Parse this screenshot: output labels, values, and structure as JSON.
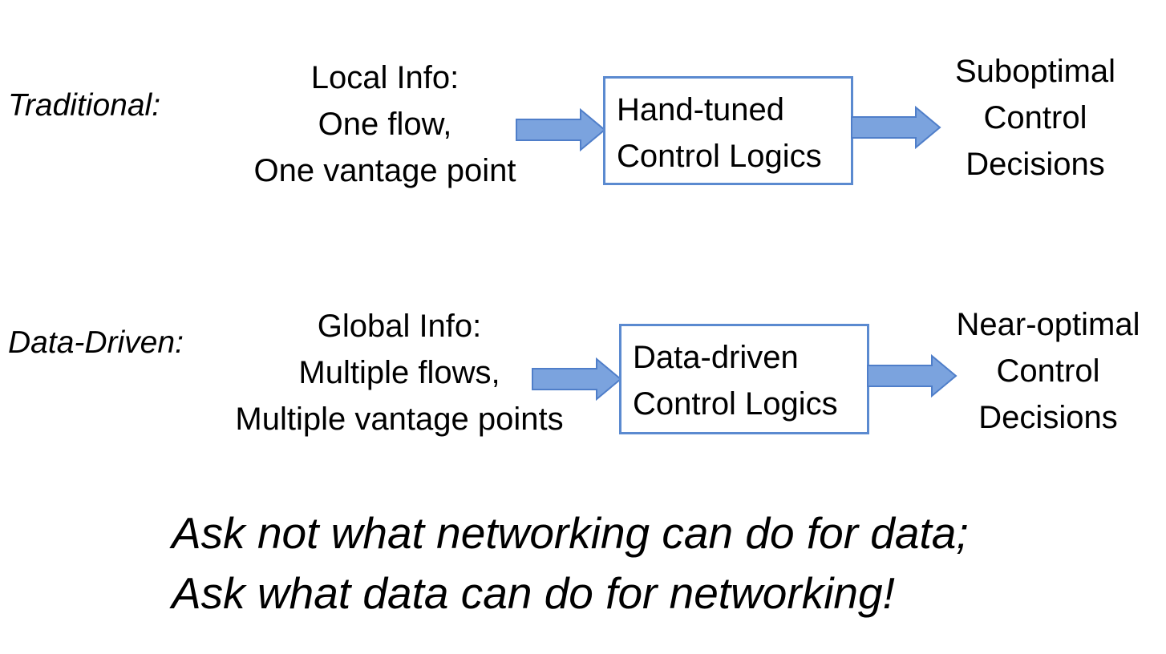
{
  "colors": {
    "accent_arrow": "#7ba3de",
    "arrow_outline": "#4f7ec9",
    "box_border": "#5b8ad0",
    "title_fragment": "#1f3fc9"
  },
  "rows": {
    "traditional": {
      "label": "Traditional:",
      "input_lines": [
        "Local Info:",
        "One flow,",
        "One vantage point"
      ],
      "box_lines": [
        "Hand-tuned",
        "Control Logics"
      ],
      "output_lines": [
        "Suboptimal",
        "Control",
        "Decisions"
      ]
    },
    "data_driven": {
      "label": "Data-Driven:",
      "input_lines": [
        "Global Info:",
        "Multiple flows,",
        "Multiple vantage points"
      ],
      "box_lines": [
        "Data-driven",
        "Control Logics"
      ],
      "output_lines": [
        "Near-optimal",
        "Control",
        "Decisions"
      ]
    }
  },
  "tagline": {
    "line1": "Ask not what networking can do for data;",
    "line2": "Ask what data can do for networking!"
  }
}
